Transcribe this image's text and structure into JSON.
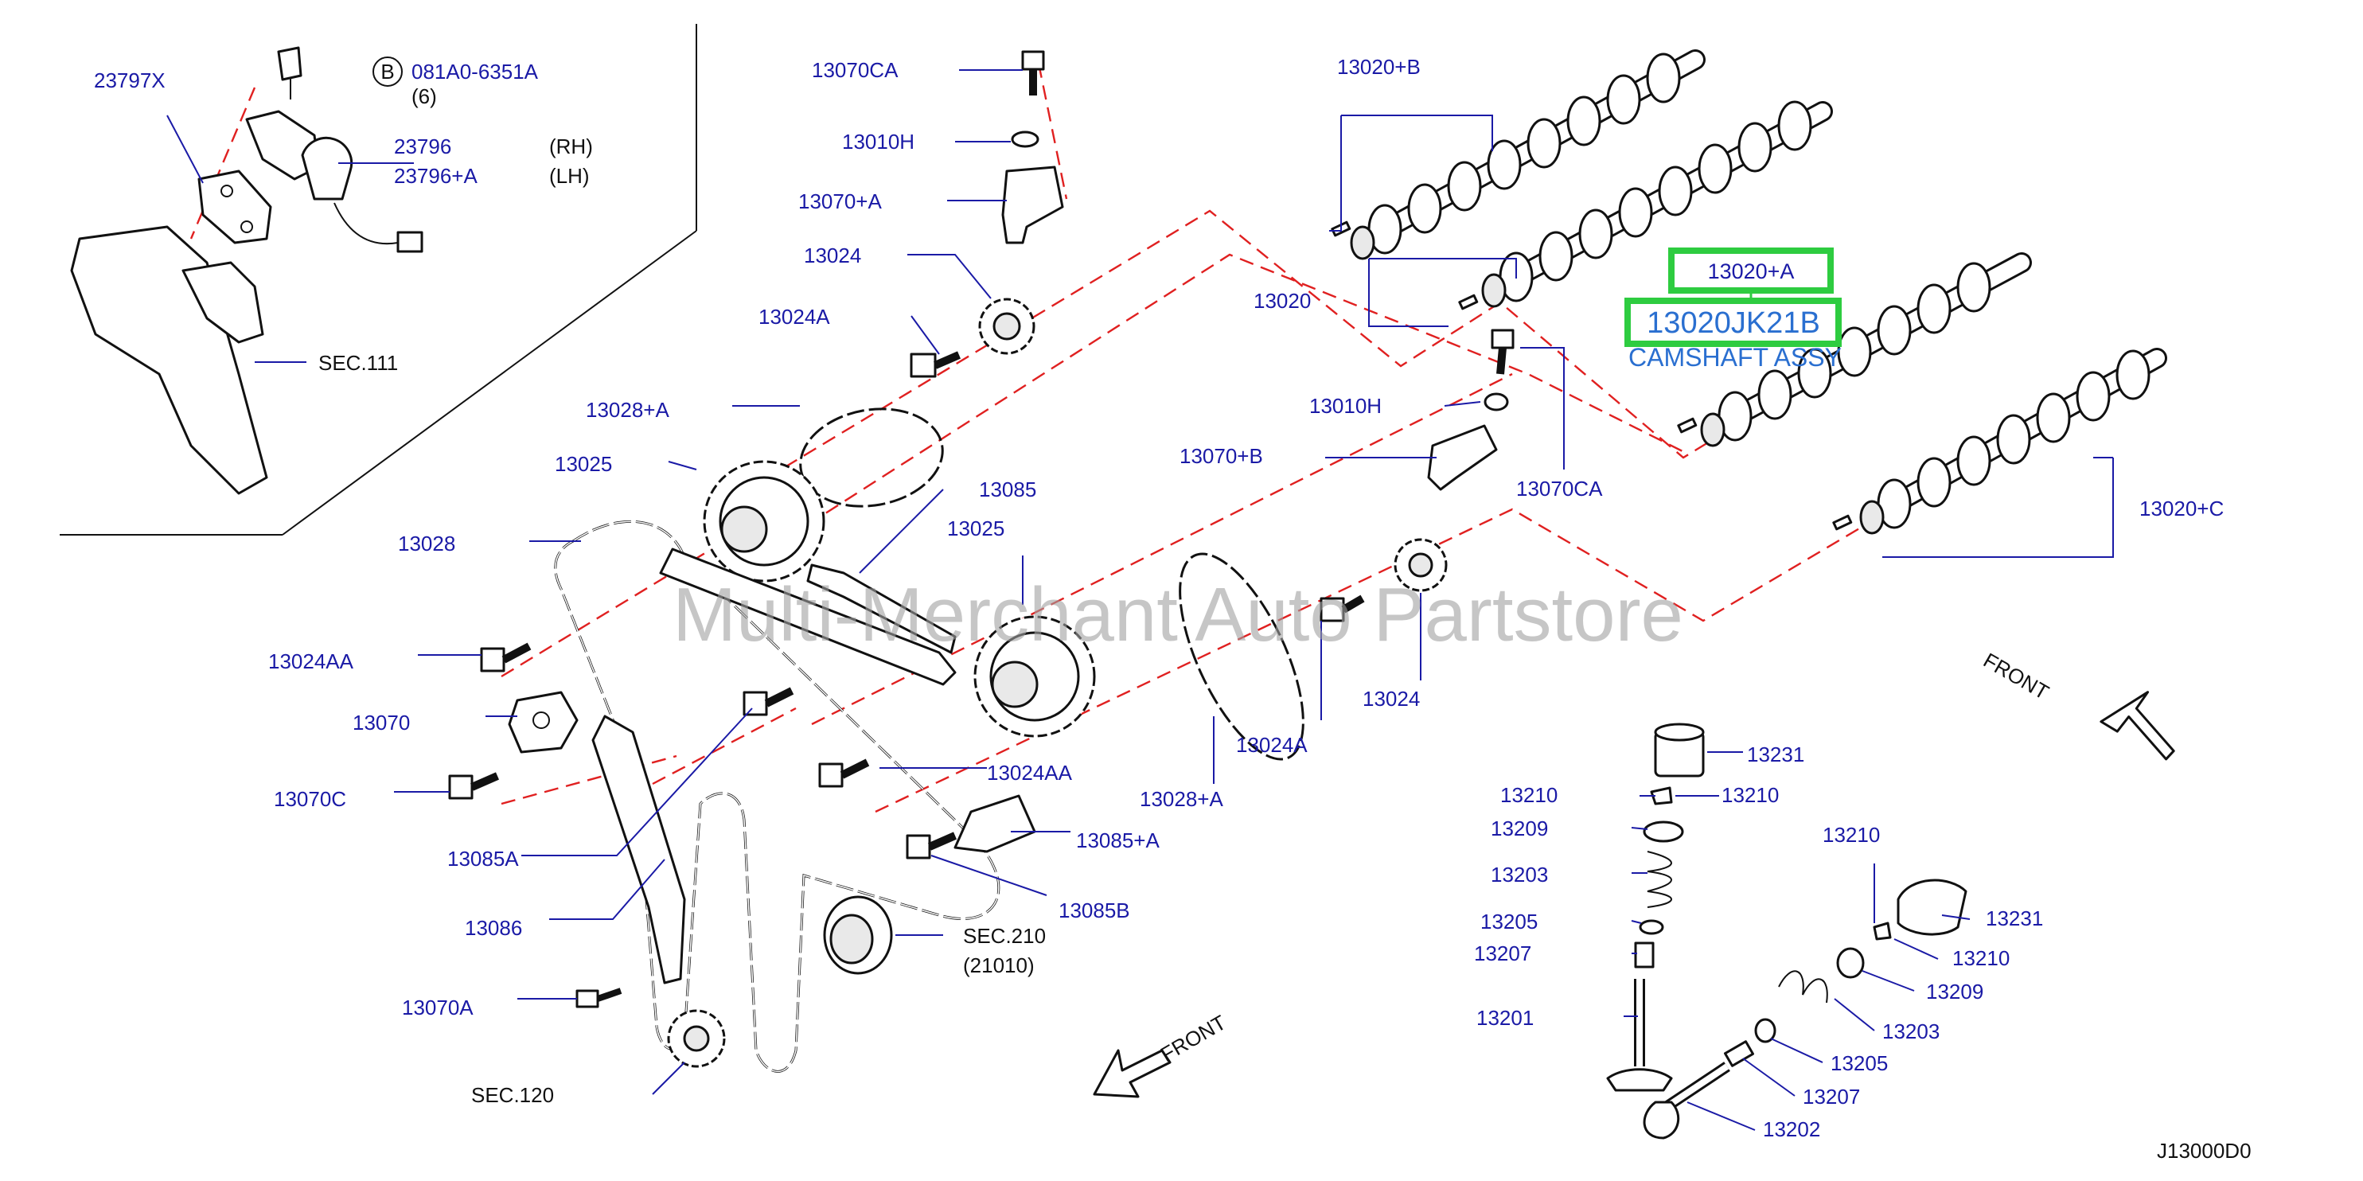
{
  "diagram": {
    "watermark": "Multi-Merchant Auto Partstore",
    "diagram_code": "J13000D0",
    "highlight": {
      "callout": "13020+A",
      "part_number": "13020JK21B",
      "description": "CAMSHAFT ASSY"
    },
    "notes": {
      "bolt_b": "081A0-6351A",
      "bolt_b_symbol": "B",
      "bolt_b_qty": "(6)",
      "rh": "(RH)",
      "lh": "(LH)",
      "sec111": "SEC.111",
      "sec210": "SEC.210",
      "sec210_sub": "(21010)",
      "sec120": "SEC.120",
      "front_right": "FRONT",
      "front_left": "FRONT"
    },
    "labels": {
      "p23797x": "23797X",
      "p23796": "23796",
      "p23796a": "23796+A",
      "p13070ca_top": "13070CA",
      "p13010h_top": "13010H",
      "p13070a_plus": "13070+A",
      "p13024_top": "13024",
      "p13024a_top": "13024A",
      "p13028a_top": "13028+A",
      "p13025_left": "13025",
      "p13028": "13028",
      "p13085": "13085",
      "p13025_mid": "13025",
      "p13024aa_left": "13024AA",
      "p13070": "13070",
      "p13070c": "13070C",
      "p13085a": "13085A",
      "p13086": "13086",
      "p13070a": "13070A",
      "p13024aa_mid": "13024AA",
      "p13085a_plus": "13085+A",
      "p13085b": "13085B",
      "p13028a_bottom": "13028+A",
      "p13024a_bottom": "13024A",
      "p13024_bottom": "13024",
      "p13020b": "13020+B",
      "p13020": "13020",
      "p13010h_mid": "13010H",
      "p13070b_plus": "13070+B",
      "p13070ca_mid": "13070CA",
      "p13020c": "13020+C",
      "p13231_a": "13231",
      "p13210_a": "13210",
      "p13210_b": "13210",
      "p13209_a": "13209",
      "p13203_a": "13203",
      "p13205_a": "13205",
      "p13207_a": "13207",
      "p13201": "13201",
      "p13210_c": "13210",
      "p13231_b": "13231",
      "p13210_d": "13210",
      "p13209_b": "13209",
      "p13203_b": "13203",
      "p13205_b": "13205",
      "p13207_b": "13207",
      "p13202": "13202"
    },
    "colors": {
      "label": "#1a1aa6",
      "highlight_box": "#2ecc40",
      "part_number": "#2a6fd0",
      "dashed_line": "#e02020",
      "watermark": "#a0a0a0"
    }
  }
}
